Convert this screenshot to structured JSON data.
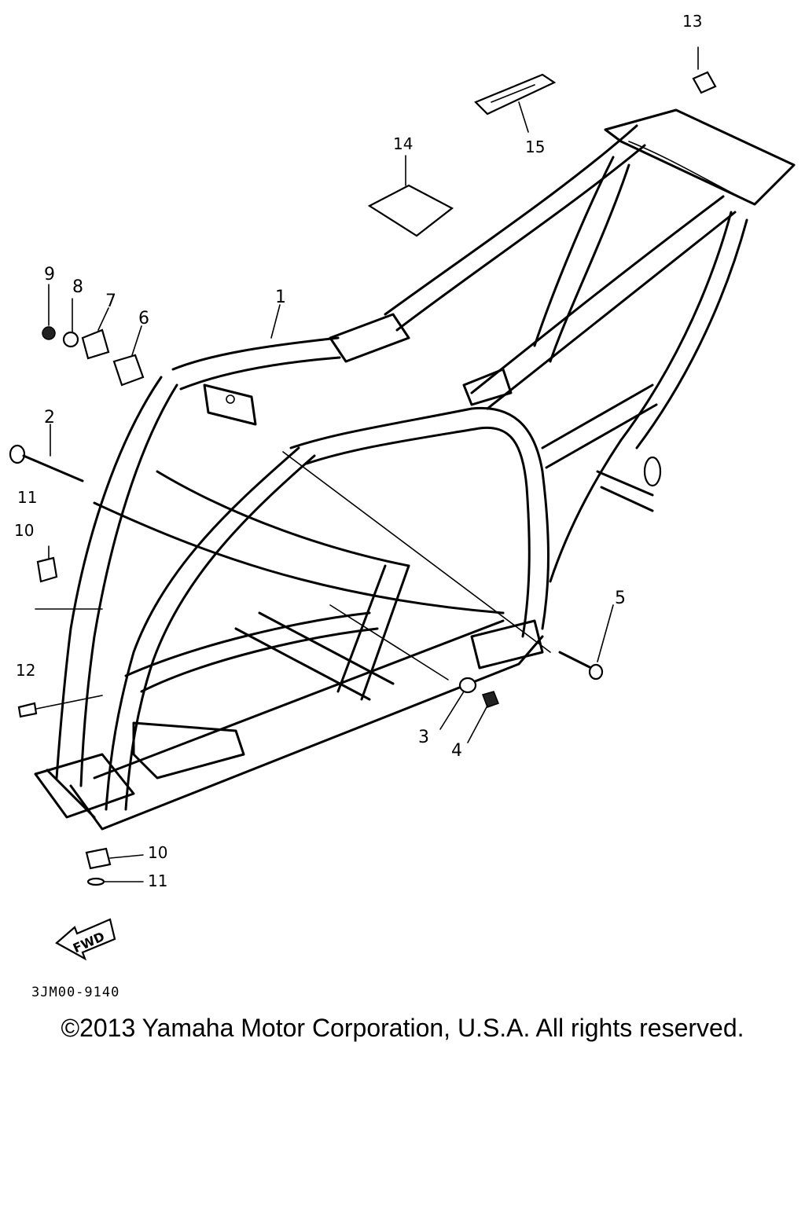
{
  "callouts": {
    "c1": "1",
    "c2": "2",
    "c3": "3",
    "c4": "4",
    "c5": "5",
    "c6": "6",
    "c7": "7",
    "c8": "8",
    "c9": "9",
    "c10a": "10",
    "c11a": "11",
    "c12": "12",
    "c10b": "10",
    "c11b": "11",
    "c13": "13",
    "c14": "14",
    "c15": "15"
  },
  "fwd_label": "FWD",
  "diagram_code": "3JM00-9140",
  "copyright": "©2013 Yamaha Motor Corporation, U.S.A. All rights reserved."
}
